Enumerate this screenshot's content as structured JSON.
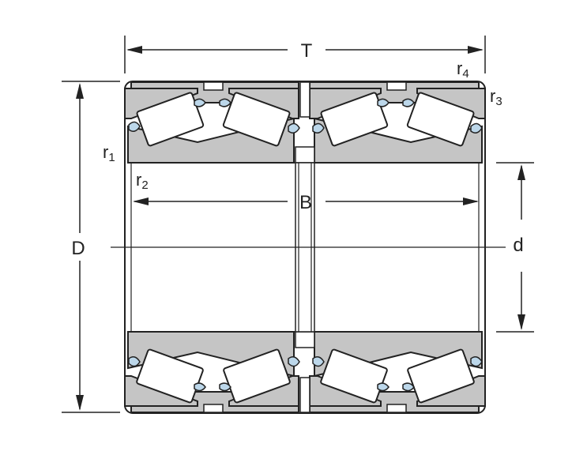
{
  "labels": {
    "T": "T",
    "B": "B",
    "D": "D",
    "d": "d",
    "r1": "r",
    "r1_sub": "1",
    "r2": "r",
    "r2_sub": "2",
    "r3": "r",
    "r3_sub": "3",
    "r4": "r",
    "r4_sub": "4"
  }
}
